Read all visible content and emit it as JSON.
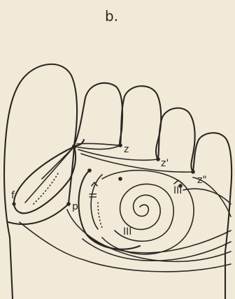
{
  "figure": {
    "panel_label": "b.",
    "labels": {
      "f": "f",
      "p": "p",
      "z": "z",
      "z1": "z'",
      "z2": "z\"",
      "II": "II",
      "III_hat": "III",
      "III": "III"
    }
  },
  "colors": {
    "ink": "#2b2622",
    "paper": "#f1ead9"
  }
}
